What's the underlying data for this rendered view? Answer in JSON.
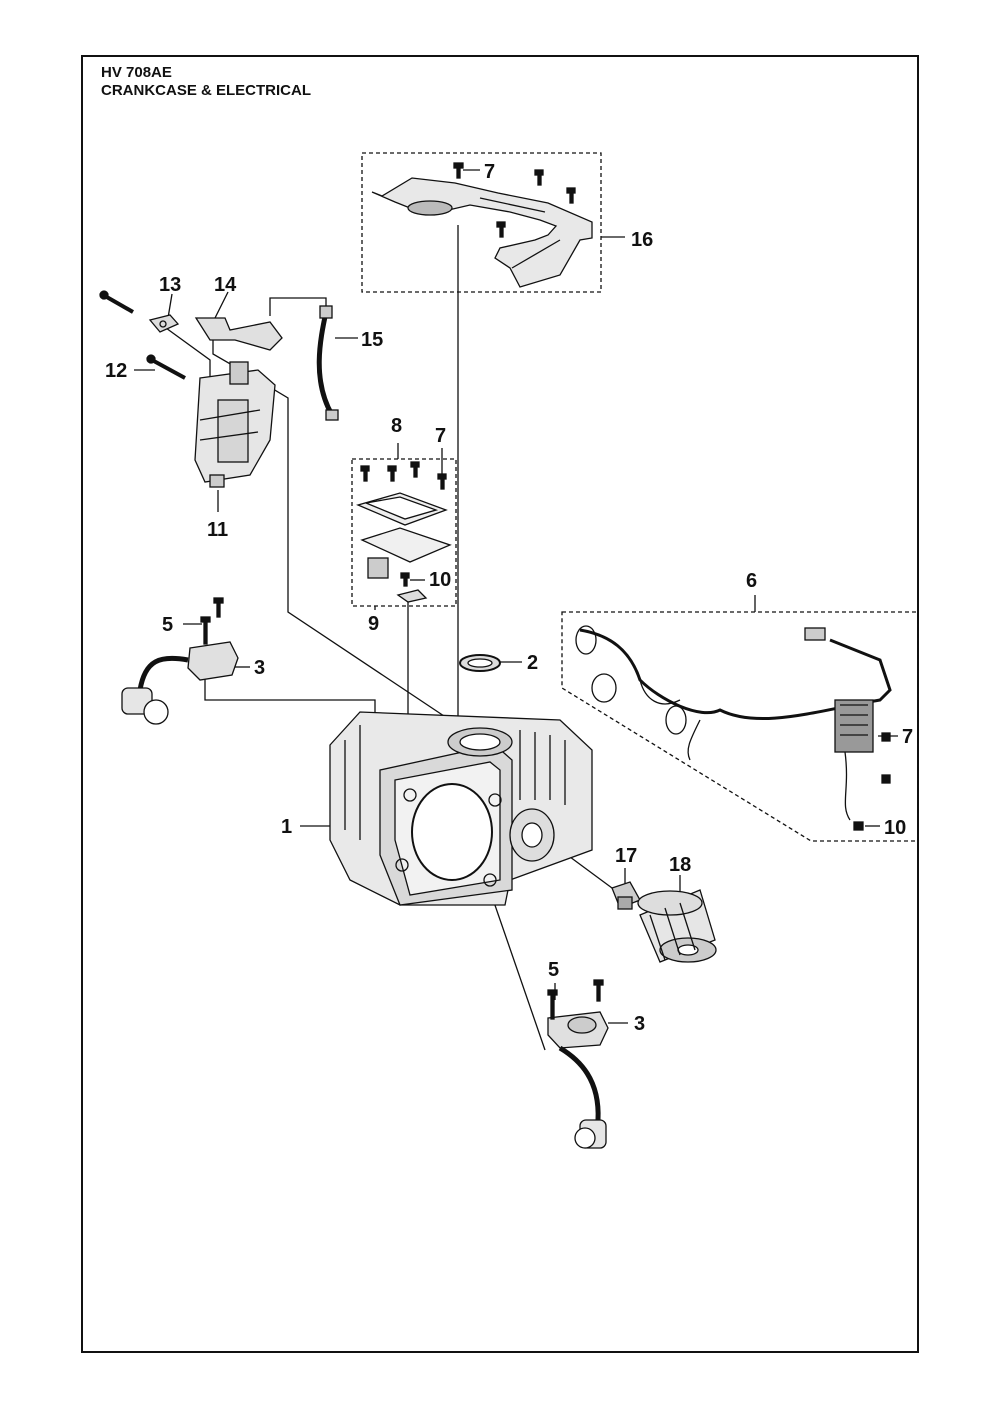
{
  "header": {
    "model": "HV 708AE",
    "section": "CRANKCASE & ELECTRICAL"
  },
  "callouts": [
    {
      "id": "c1",
      "label": "1"
    },
    {
      "id": "c2",
      "label": "2"
    },
    {
      "id": "c3a",
      "label": "3"
    },
    {
      "id": "c3b",
      "label": "3"
    },
    {
      "id": "c5a",
      "label": "5"
    },
    {
      "id": "c5b",
      "label": "5"
    },
    {
      "id": "c6",
      "label": "6"
    },
    {
      "id": "c7a",
      "label": "7"
    },
    {
      "id": "c7b",
      "label": "7"
    },
    {
      "id": "c7c",
      "label": "7"
    },
    {
      "id": "c8",
      "label": "8"
    },
    {
      "id": "c9",
      "label": "9"
    },
    {
      "id": "c10a",
      "label": "10"
    },
    {
      "id": "c10b",
      "label": "10"
    },
    {
      "id": "c11",
      "label": "11"
    },
    {
      "id": "c12",
      "label": "12"
    },
    {
      "id": "c13",
      "label": "13"
    },
    {
      "id": "c14",
      "label": "14"
    },
    {
      "id": "c15",
      "label": "15"
    },
    {
      "id": "c16",
      "label": "16"
    },
    {
      "id": "c17",
      "label": "17"
    },
    {
      "id": "c18",
      "label": "18"
    }
  ]
}
